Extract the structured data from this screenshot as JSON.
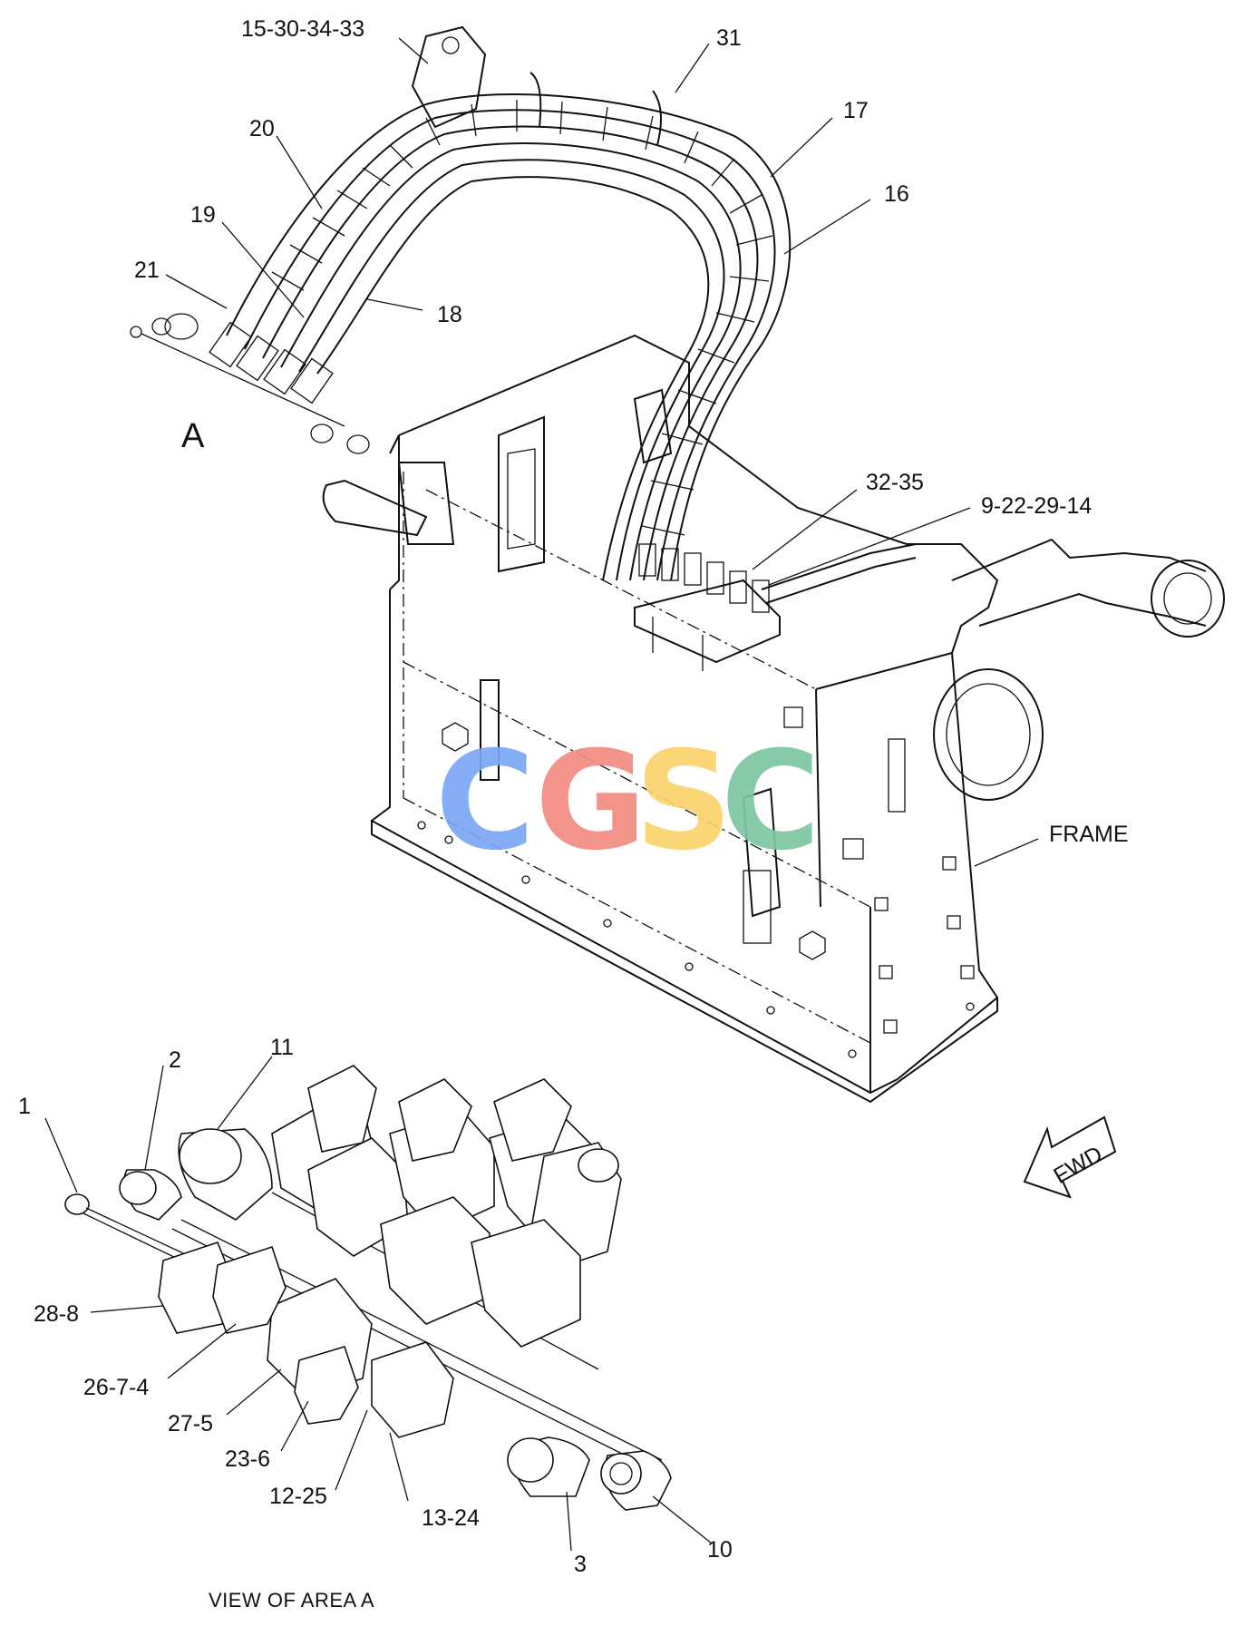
{
  "diagram": {
    "main_callouts": [
      "15-30-34-33",
      "31",
      "17",
      "16",
      "20",
      "19",
      "21",
      "18",
      "32-35",
      "9-22-29-14",
      "FRAME"
    ],
    "detail_callouts": [
      "1",
      "2",
      "11",
      "28-8",
      "26-7-4",
      "27-5",
      "23-6",
      "12-25",
      "13-24",
      "3",
      "10"
    ],
    "area_label": "A",
    "detail_caption": "VIEW OF AREA  A",
    "direction_arrow": "FWD"
  },
  "watermark": {
    "letters": [
      "C",
      "G",
      "S",
      "C"
    ],
    "colors": [
      "#7aa7f5",
      "#f28b82",
      "#fbd36b",
      "#7dc6a1"
    ]
  },
  "icons": {
    "fwd_arrow": "fwd-arrow-icon"
  }
}
